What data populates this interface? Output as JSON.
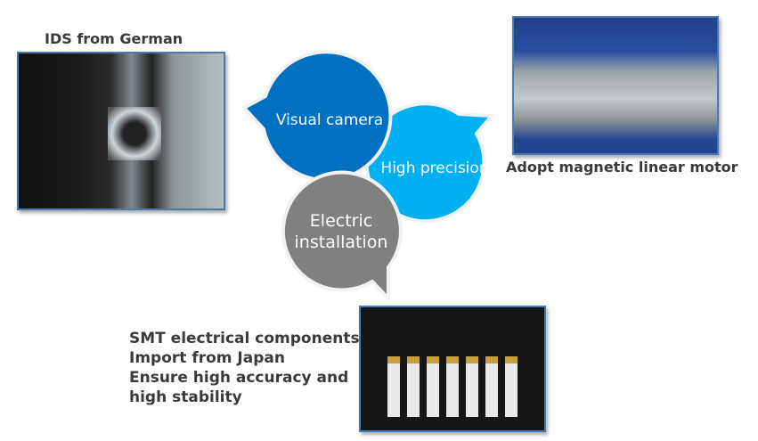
{
  "captions": {
    "top_left": "IDS from German",
    "top_right": "Adopt magnetic linear motor",
    "bottom": [
      "SMT electrical components",
      "Import from Japan",
      "Ensure high accuracy and",
      "high stability"
    ]
  },
  "bubbles": [
    {
      "label": "Visual camera",
      "color": "#0070c0"
    },
    {
      "label": "High precision",
      "color": "#00b0f0"
    },
    {
      "label_lines": [
        "Electric",
        "installation"
      ],
      "color": "#808080"
    }
  ]
}
